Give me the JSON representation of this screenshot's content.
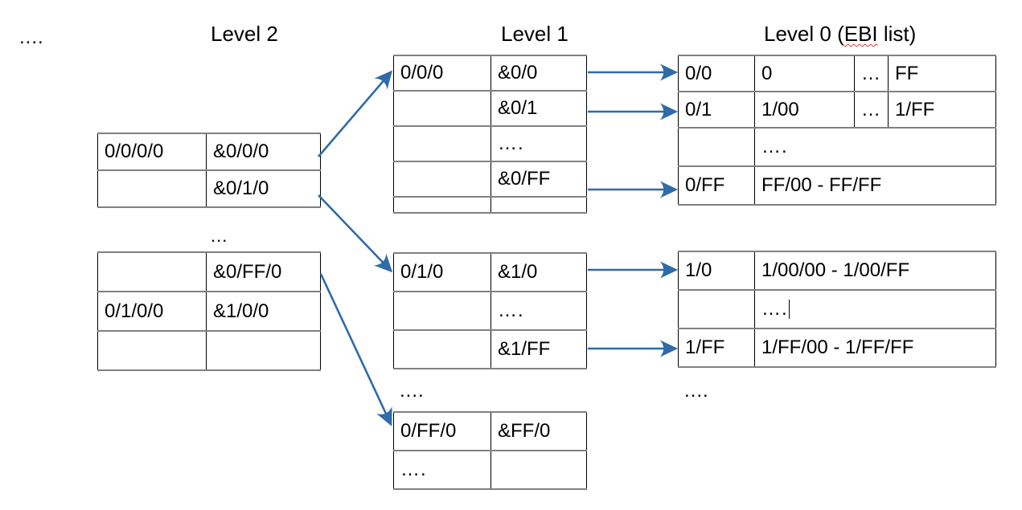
{
  "diagram": {
    "title_level2": "Level 2",
    "title_level1": "Level 1",
    "title_level0": "Level 0 (EBI list)",
    "title_level0_prefix": "Level 0 (",
    "title_level0_spell": "EBI",
    "title_level0_suffix": " list)",
    "accent_color": "#2f6ba8",
    "grid_line_color": "#808080",
    "cell_line_color": "#000000",
    "spellcheck_color": "#e03a2f"
  },
  "ellipses": {
    "top_left": "....",
    "between_level2_tables": "...",
    "above_level1_bottom": "....",
    "below_level0_bottom": "...."
  },
  "level2": {
    "table_a": {
      "rows": [
        {
          "key": "0/0/0/0",
          "ptr": "&0/0/0"
        },
        {
          "key": "",
          "ptr": "&0/1/0"
        }
      ]
    },
    "table_b": {
      "rows": [
        {
          "key": "",
          "ptr": "&0/FF/0"
        },
        {
          "key": "0/1/0/0",
          "ptr": "&1/0/0"
        },
        {
          "key": "",
          "ptr": ""
        }
      ]
    }
  },
  "level1": {
    "table_a": {
      "rows": [
        {
          "key": "0/0/0",
          "ptr": "&0/0"
        },
        {
          "key": "",
          "ptr": "&0/1"
        },
        {
          "key": "",
          "ptr": "…."
        },
        {
          "key": "",
          "ptr": "&0/FF"
        },
        {
          "key": "",
          "ptr": ""
        }
      ]
    },
    "table_b": {
      "rows": [
        {
          "key": "0/1/0",
          "ptr": "&1/0"
        },
        {
          "key": "",
          "ptr": "…."
        },
        {
          "key": "",
          "ptr": "&1/FF"
        }
      ]
    },
    "table_c": {
      "rows": [
        {
          "key": "0/FF/0",
          "ptr": "&FF/0"
        },
        {
          "key": "….",
          "ptr": ""
        }
      ]
    }
  },
  "level0": {
    "table_a": {
      "rows": [
        {
          "key": "0/0",
          "c2": "0",
          "c3": "…",
          "c4": "FF",
          "merged": false
        },
        {
          "key": "0/1",
          "c2": "1/00",
          "c3": "…",
          "c4": "1/FF",
          "merged": false
        },
        {
          "key": "",
          "c2": "….",
          "merged": true
        },
        {
          "key": "0/FF",
          "c2": "FF/00 - FF/FF",
          "merged": true
        }
      ]
    },
    "table_b": {
      "rows": [
        {
          "key": "1/0",
          "c2": "1/00/00 - 1/00/FF"
        },
        {
          "key": "",
          "c2": "….",
          "caret": true
        },
        {
          "key": "1/FF",
          "c2": "1/FF/00 - 1/FF/FF"
        }
      ]
    }
  }
}
